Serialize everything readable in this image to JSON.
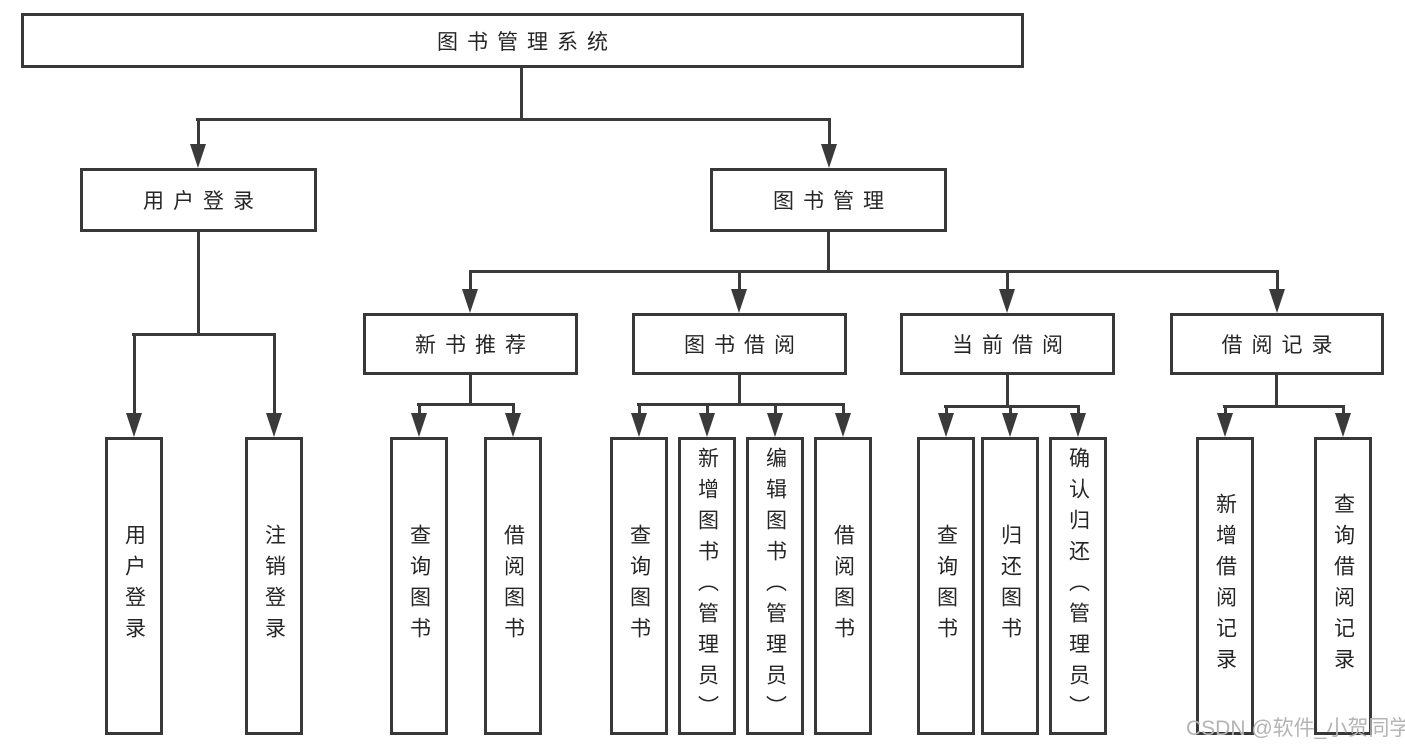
{
  "nodes": {
    "root": "图书管理系统",
    "level2": [
      "用户登录",
      "图书管理"
    ],
    "level3": [
      "新书推荐",
      "图书借阅",
      "当前借阅",
      "借阅记录"
    ],
    "leaves": {
      "user_login": [
        "用户登录",
        "注销登录"
      ],
      "new_book": [
        "查询图书",
        "借阅图书"
      ],
      "book_borrow": [
        "查询图书",
        "新增图书（管理员）",
        "编辑图书（管理员）",
        "借阅图书"
      ],
      "current_borrow": [
        "查询图书",
        "归还图书",
        "确认归还（管理员）"
      ],
      "borrow_records": [
        "新增借阅记录",
        "查询借阅记录"
      ]
    }
  },
  "watermark": "CSDN @软件_小贺同学",
  "colors": {
    "line": "#3a3a3a",
    "border": "#383838",
    "text": "#262626",
    "watermark": "#b4b4b4",
    "background": "#ffffff"
  }
}
